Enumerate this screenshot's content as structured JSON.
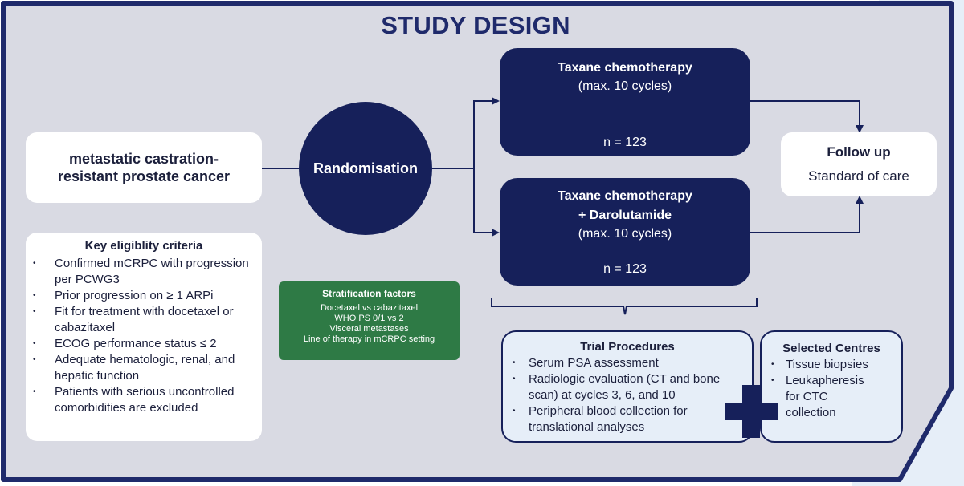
{
  "title": "STUDY DESIGN",
  "population": "metastatic castration-resistant prostate cancer",
  "randomisation": "Randomisation",
  "arms": [
    {
      "title": "Taxane chemotherapy",
      "subtitle": "",
      "cycles": "(max. 10 cycles)",
      "n": "n = 123"
    },
    {
      "title": "Taxane chemotherapy",
      "subtitle": "+ Darolutamide",
      "cycles": "(max. 10 cycles)",
      "n": "n = 123"
    }
  ],
  "followup": {
    "title": "Follow up",
    "subtitle": "Standard of care"
  },
  "eligibility": {
    "title": "Key eligiblity criteria",
    "items": [
      "Confirmed mCRPC with progression per PCWG3",
      "Prior progression on ≥ 1 ARPi",
      "Fit for treatment with docetaxel or cabazitaxel",
      "ECOG performance status ≤ 2",
      "Adequate hematologic, renal, and hepatic function",
      "Patients with serious uncontrolled comorbidities are excluded"
    ]
  },
  "stratification": {
    "title": "Stratification factors",
    "items": [
      "Docetaxel vs cabazitaxel",
      "WHO PS 0/1 vs 2",
      "Visceral metastases",
      "Line of therapy in mCRPC setting"
    ]
  },
  "trial_procedures": {
    "title": "Trial Procedures",
    "items": [
      "Serum PSA assessment",
      "Radiologic evaluation (CT and bone scan) at cycles 3, 6, and 10",
      "Peripheral blood collection for translational analyses"
    ]
  },
  "selected_centres": {
    "title": "Selected Centres",
    "items": [
      "Tissue biopsies",
      "Leukapheresis for CTC collection"
    ]
  },
  "colors": {
    "navy": "#16205a",
    "panel": "#d9dae3",
    "green": "#2e7a45",
    "light_blue": "#e6eef8"
  }
}
